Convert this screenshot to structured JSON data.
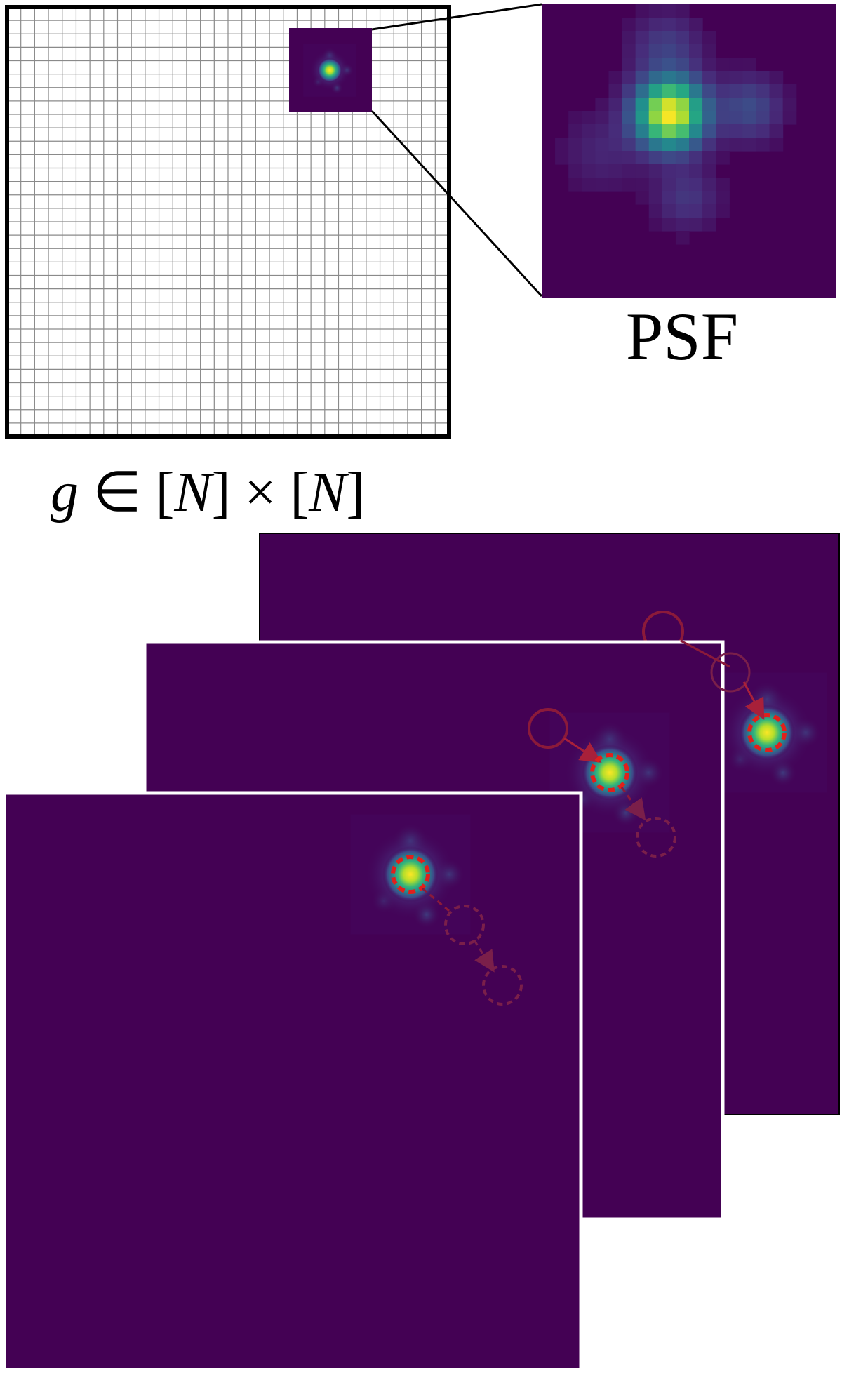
{
  "figure": {
    "psf_label": "PSF",
    "grid_label": {
      "g": "g",
      "in": " ∈ ",
      "lbracket": "[",
      "N": "N",
      "rbracket": "]",
      "times": " × "
    },
    "grid_cells": 32,
    "frame_count": 3,
    "colors": {
      "background_dark": "#440154",
      "grid_line": "#8a8a8a",
      "frame_border": "#000000",
      "stack_border": "#ffffff",
      "marker_red": "#e0201c",
      "marker_dark_red": "#a8203a",
      "psf_peak": "#fde725",
      "psf_mid": "#35b779",
      "psf_low": "#31688e"
    },
    "icons": [
      "grid-icon",
      "psf-zoom-icon",
      "emitter-marker-icon",
      "trajectory-arrow-icon"
    ]
  }
}
